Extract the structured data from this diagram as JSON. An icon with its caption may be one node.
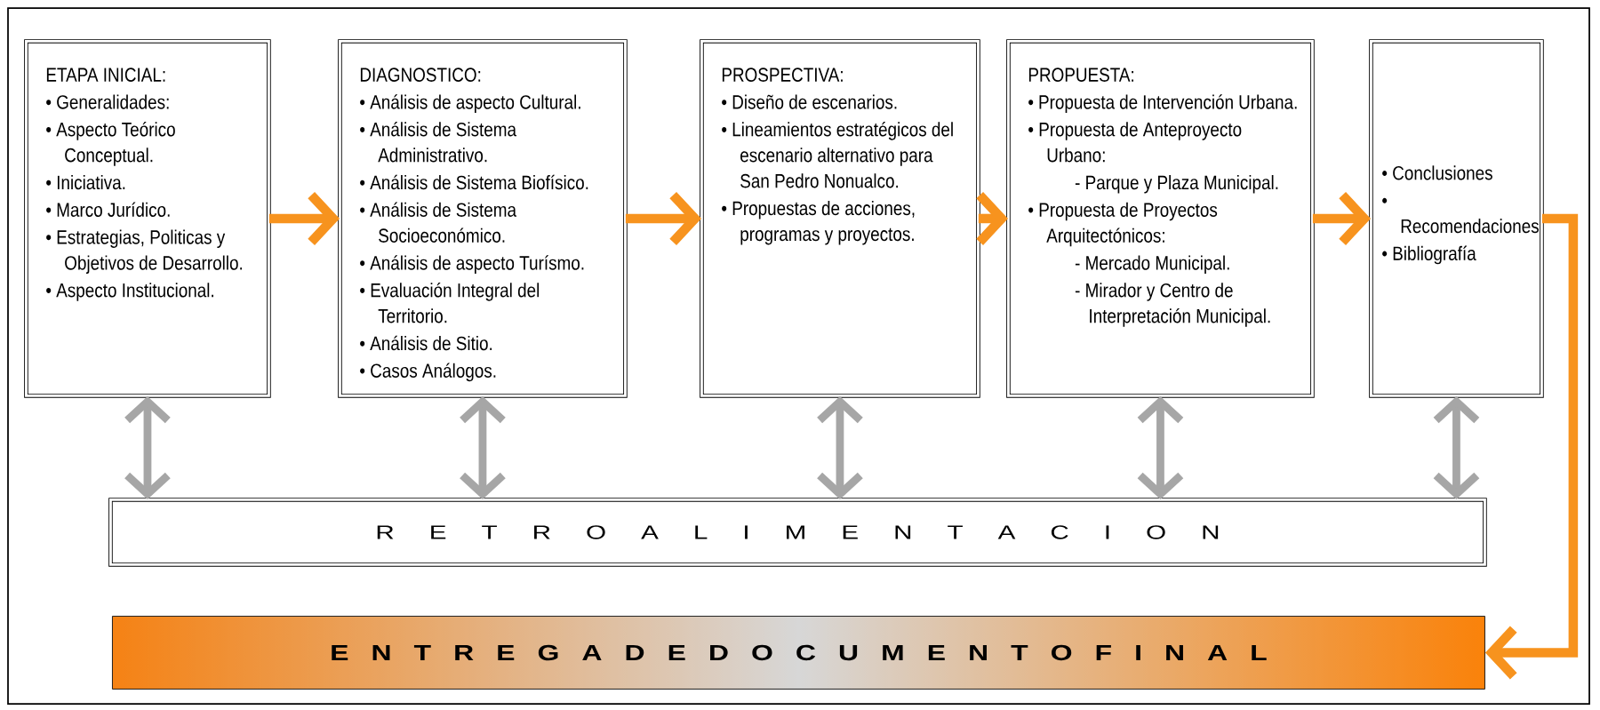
{
  "diagram": {
    "nodes": [
      {
        "text": [
          "ETAPA INICIAL:",
          "• Generalidades:",
          "• Aspecto Teórico Conceptual.",
          "• Iniciativa.",
          "• Marco Jurídico.",
          "• Estrategias, Politicas y Objetivos de Desarrollo.",
          "• Aspecto Institucional."
        ]
      },
      {
        "text": [
          "DIAGNOSTICO:",
          "• Análisis de aspecto Cultural.",
          "• Análisis de Sistema Administrativo.",
          "• Análisis de Sistema Biofísico.",
          "• Análisis de Sistema Socioeconómico.",
          "• Análisis de aspecto Turísmo.",
          "• Evaluación Integral del Territorio.",
          "• Análisis de Sitio.",
          "• Casos Análogos."
        ]
      },
      {
        "text": [
          "PROSPECTIVA:",
          "• Diseño de escenarios.",
          "• Lineamientos estratégicos del escenario alternativo para San Pedro Nonualco.",
          "• Propuestas de acciones, programas y proyectos."
        ]
      },
      {
        "text": [
          "PROPUESTA:",
          "• Propuesta de Intervención Urbana.",
          "• Propuesta de Anteproyecto Urbano:",
          "- Parque y Plaza Municipal.",
          "• Propuesta de Proyectos Arquitectónicos:",
          "- Mercado Municipal.",
          "- Mirador y Centro de Interpretación Municipal."
        ]
      },
      {
        "text": [
          "• Conclusiones",
          "• Recomendaciones",
          "• Bibliografía"
        ]
      },
      {
        "text": [
          "R E T R O A L I M E N T A C I O N"
        ]
      },
      {
        "text": [
          "E N T R E G A D E D O C U M E N T O F I N A L"
        ]
      }
    ],
    "edges": [
      {
        "from": 0,
        "to": 1,
        "arrow": "to",
        "color": "#f7931e"
      },
      {
        "from": 1,
        "to": 2,
        "arrow": "to",
        "color": "#f7931e"
      },
      {
        "from": 2,
        "to": 3,
        "arrow": "to",
        "color": "#f7931e"
      },
      {
        "from": 3,
        "to": 4,
        "arrow": "to",
        "color": "#f7931e"
      },
      {
        "from": 0,
        "to": 5,
        "arrow": "both",
        "color": "#a6a6a6"
      },
      {
        "from": 1,
        "to": 5,
        "arrow": "both",
        "color": "#a6a6a6"
      },
      {
        "from": 2,
        "to": 5,
        "arrow": "both",
        "color": "#a6a6a6"
      },
      {
        "from": 3,
        "to": 5,
        "arrow": "both",
        "color": "#a6a6a6"
      },
      {
        "from": 4,
        "to": 5,
        "arrow": "both",
        "color": "#a6a6a6"
      },
      {
        "from": 4,
        "to": 6,
        "arrow": "to",
        "color": "#f7931e"
      }
    ]
  }
}
